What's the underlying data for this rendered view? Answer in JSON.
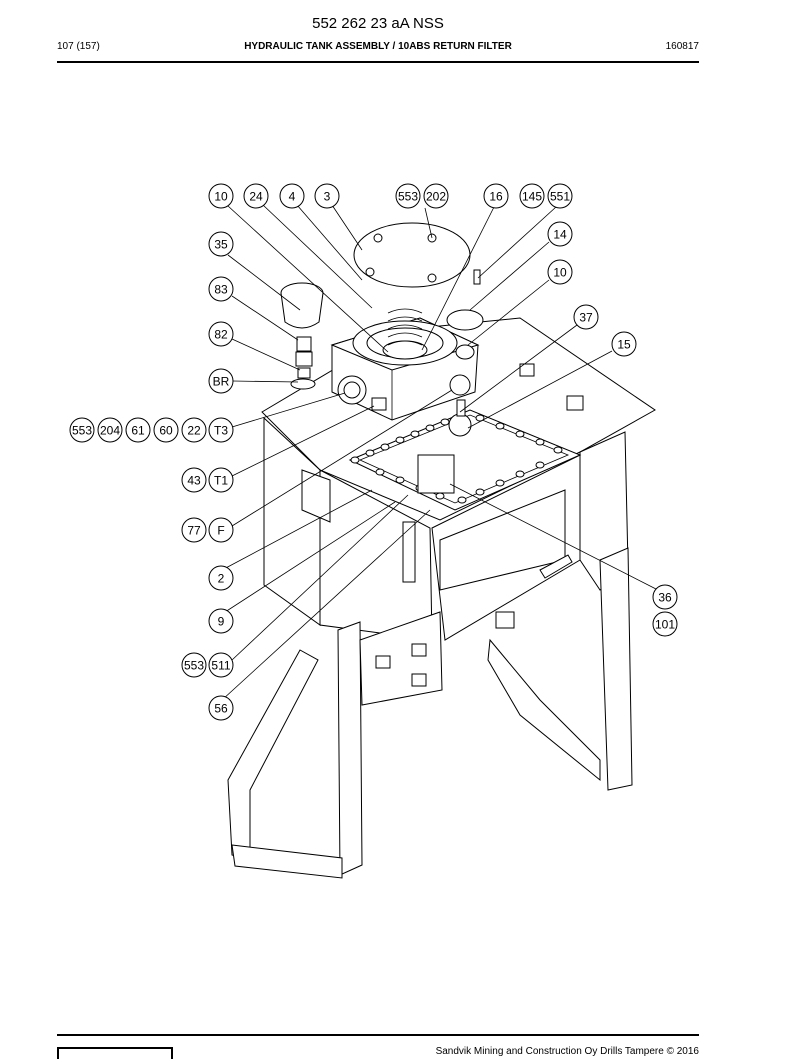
{
  "header": {
    "doc_title": "552 262 23 aA NSS",
    "page": "107 (157)",
    "section_title": "HYDRAULIC TANK ASSEMBLY / 10ABS RETURN FILTER",
    "date": "160817"
  },
  "footer": {
    "copyright": "Sandvik Mining and Construction Oy Drills Tampere © 2016"
  },
  "callouts": [
    {
      "id": "c-10a",
      "label": "10"
    },
    {
      "id": "c-24",
      "label": "24"
    },
    {
      "id": "c-4",
      "label": "4"
    },
    {
      "id": "c-3",
      "label": "3"
    },
    {
      "id": "c-553a",
      "label": "553"
    },
    {
      "id": "c-202",
      "label": "202"
    },
    {
      "id": "c-16",
      "label": "16"
    },
    {
      "id": "c-145",
      "label": "145"
    },
    {
      "id": "c-551",
      "label": "551"
    },
    {
      "id": "c-14",
      "label": "14"
    },
    {
      "id": "c-10b",
      "label": "10"
    },
    {
      "id": "c-35",
      "label": "35"
    },
    {
      "id": "c-83",
      "label": "83"
    },
    {
      "id": "c-82",
      "label": "82"
    },
    {
      "id": "c-37",
      "label": "37"
    },
    {
      "id": "c-15",
      "label": "15"
    },
    {
      "id": "c-BR",
      "label": "BR"
    },
    {
      "id": "c-553b",
      "label": "553"
    },
    {
      "id": "c-204",
      "label": "204"
    },
    {
      "id": "c-61",
      "label": "61"
    },
    {
      "id": "c-60",
      "label": "60"
    },
    {
      "id": "c-22",
      "label": "22"
    },
    {
      "id": "c-T3",
      "label": "T3"
    },
    {
      "id": "c-43",
      "label": "43"
    },
    {
      "id": "c-T1",
      "label": "T1"
    },
    {
      "id": "c-77",
      "label": "77"
    },
    {
      "id": "c-F",
      "label": "F"
    },
    {
      "id": "c-2",
      "label": "2"
    },
    {
      "id": "c-36",
      "label": "36"
    },
    {
      "id": "c-9",
      "label": "9"
    },
    {
      "id": "c-101",
      "label": "101"
    },
    {
      "id": "c-553c",
      "label": "553"
    },
    {
      "id": "c-511",
      "label": "511"
    },
    {
      "id": "c-56",
      "label": "56"
    }
  ]
}
